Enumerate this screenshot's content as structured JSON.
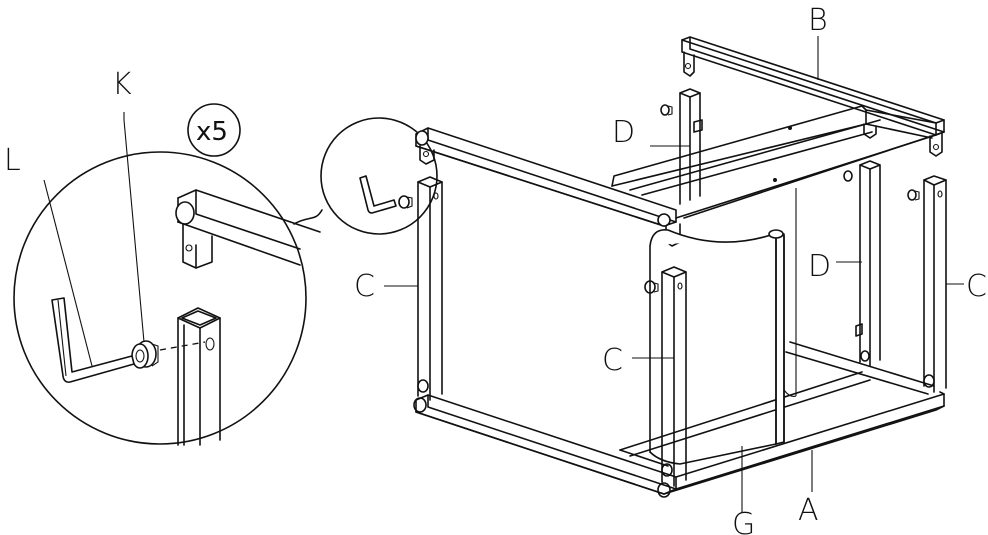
{
  "labels": {
    "a": "A",
    "b": "B",
    "c1": "C",
    "c2": "C",
    "c3": "C",
    "d1": "D",
    "d2": "D",
    "g": "G",
    "k": "K",
    "l": "L",
    "qty": "x5"
  }
}
